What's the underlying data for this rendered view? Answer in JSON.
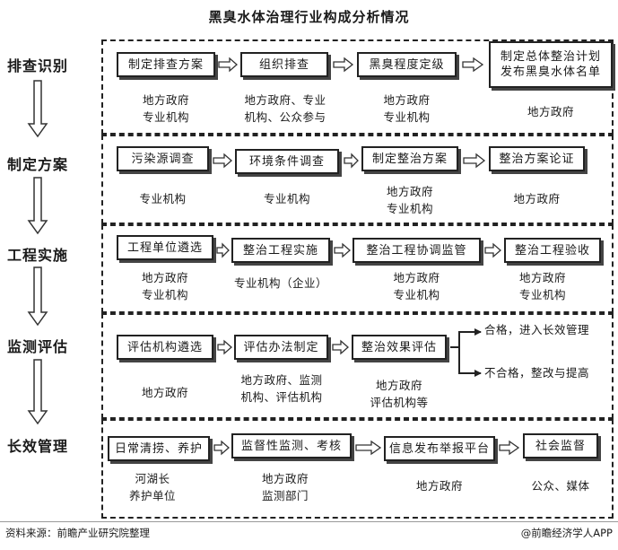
{
  "title": "黑臭水体治理行业构成分析情况",
  "phases": [
    {
      "name": "排查识别",
      "steps": [
        {
          "label": "制定排查方案",
          "sub": [
            "地方政府",
            "专业机构"
          ]
        },
        {
          "label": "组织排查",
          "sub": [
            "地方政府、专业",
            "机构、公众参与"
          ]
        },
        {
          "label": "黑臭程度定级",
          "sub": [
            "地方政府",
            "专业机构"
          ]
        },
        {
          "label": [
            "制定总体整治计划",
            "发布黑臭水体名单"
          ],
          "sub": [
            "地方政府"
          ]
        }
      ]
    },
    {
      "name": "制定方案",
      "steps": [
        {
          "label": "污染源调查",
          "sub": [
            "专业机构"
          ]
        },
        {
          "label": "环境条件调查",
          "sub": [
            "专业机构"
          ]
        },
        {
          "label": "制定整治方案",
          "sub": [
            "地方政府",
            "专业机构"
          ]
        },
        {
          "label": "整治方案论证",
          "sub": [
            "地方政府"
          ]
        }
      ]
    },
    {
      "name": "工程实施",
      "steps": [
        {
          "label": "工程单位遴选",
          "sub": [
            "地方政府",
            "专业机构"
          ]
        },
        {
          "label": "整治工程实施",
          "sub": [
            "专业机构（企业）"
          ]
        },
        {
          "label": "整治工程协调监管",
          "sub": [
            "地方政府",
            "专业机构"
          ]
        },
        {
          "label": "整治工程验收",
          "sub": [
            "地方政府",
            "专业机构"
          ]
        }
      ]
    },
    {
      "name": "监测评估",
      "steps": [
        {
          "label": "评估机构遴选",
          "sub": [
            "地方政府"
          ]
        },
        {
          "label": "评估办法制定",
          "sub": [
            "地方政府、监测",
            "机构、评估机构"
          ]
        },
        {
          "label": "整治效果评估",
          "sub": [
            "地方政府",
            "评估机构等"
          ]
        }
      ],
      "outcomes": [
        "合格，进入长效管理",
        "不合格，整改与提高"
      ]
    },
    {
      "name": "长效管理",
      "steps": [
        {
          "label": "日常清捞、养护",
          "sub": [
            "河湖长",
            "养护单位"
          ]
        },
        {
          "label": "监督性监测、考核",
          "sub": [
            "地方政府",
            "监测部门"
          ]
        },
        {
          "label": "信息发布举报平台",
          "sub": [
            "地方政府"
          ]
        },
        {
          "label": "社会监督",
          "sub": [
            "公众、媒体"
          ]
        }
      ]
    }
  ],
  "footer": {
    "source": "资料来源：前瞻产业研究院整理",
    "brand": "@前瞻经济学人APP"
  }
}
